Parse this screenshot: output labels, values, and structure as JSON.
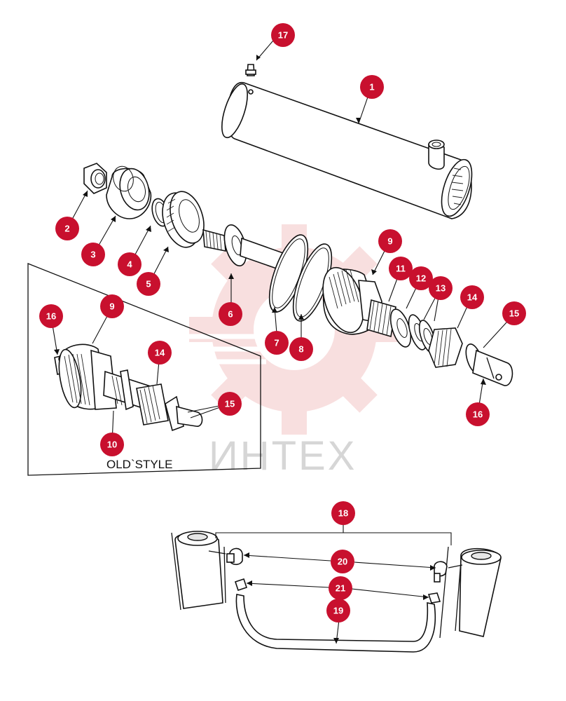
{
  "watermark": {
    "text": "ИНТЕХ"
  },
  "inset": {
    "label": "OLD`STYLE"
  },
  "callouts": [
    {
      "id": "c17",
      "number": "17"
    },
    {
      "id": "c1",
      "number": "1"
    },
    {
      "id": "c2",
      "number": "2"
    },
    {
      "id": "c3",
      "number": "3"
    },
    {
      "id": "c4",
      "number": "4"
    },
    {
      "id": "c5",
      "number": "5"
    },
    {
      "id": "c6",
      "number": "6"
    },
    {
      "id": "c7",
      "number": "7"
    },
    {
      "id": "c8",
      "number": "8"
    },
    {
      "id": "c9",
      "number": "9"
    },
    {
      "id": "c11",
      "number": "11"
    },
    {
      "id": "c12",
      "number": "12"
    },
    {
      "id": "c13",
      "number": "13"
    },
    {
      "id": "c14",
      "number": "14"
    },
    {
      "id": "c15",
      "number": "15"
    },
    {
      "id": "c16",
      "number": "16"
    },
    {
      "id": "c16b",
      "number": "16"
    },
    {
      "id": "c9b",
      "number": "9"
    },
    {
      "id": "c14b",
      "number": "14"
    },
    {
      "id": "c15b",
      "number": "15"
    },
    {
      "id": "c10",
      "number": "10"
    },
    {
      "id": "c18",
      "number": "18"
    },
    {
      "id": "c20",
      "number": "20"
    },
    {
      "id": "c21",
      "number": "21"
    },
    {
      "id": "c19",
      "number": "19"
    }
  ],
  "colors": {
    "badge": "#c8102e",
    "watermark": "#f4c6c6"
  }
}
